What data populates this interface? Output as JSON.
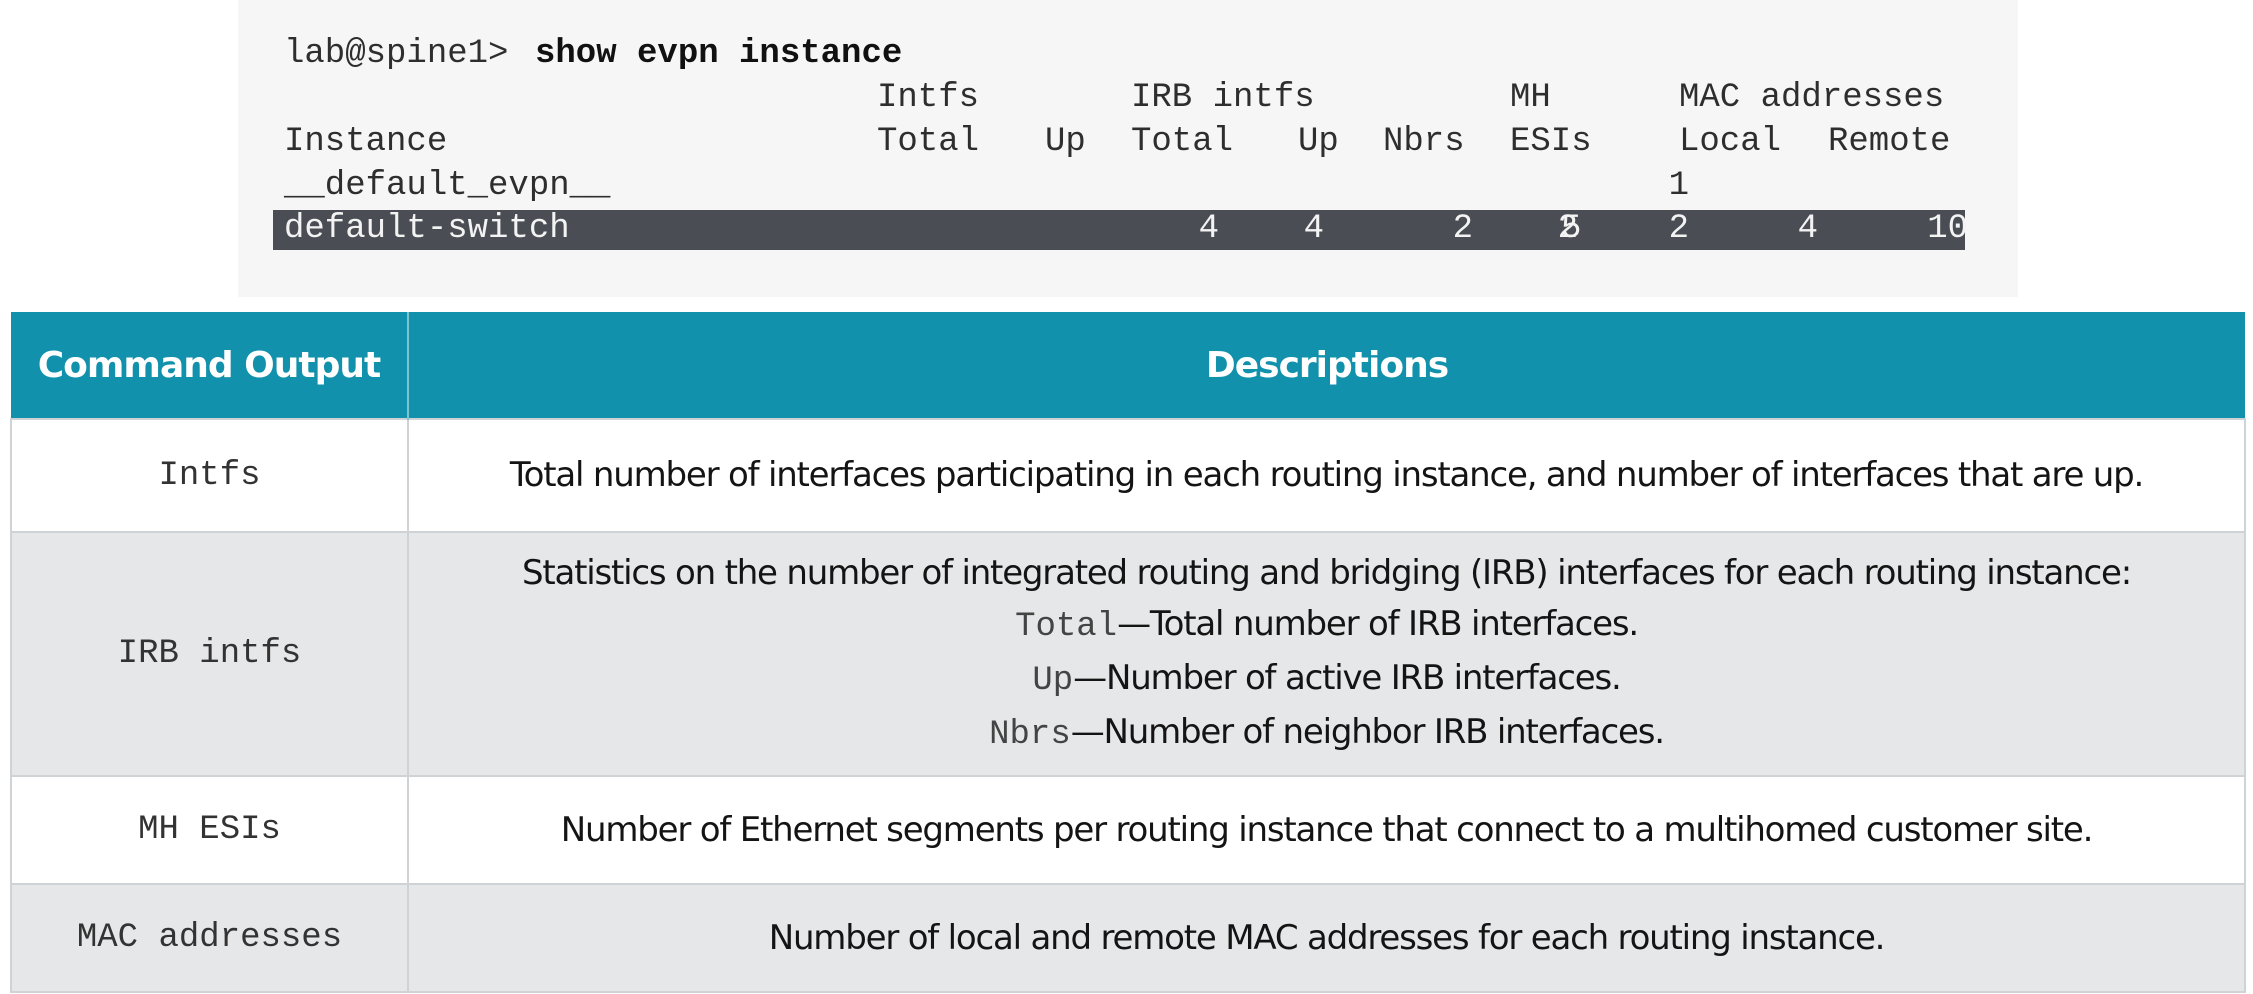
{
  "terminal": {
    "prompt": "lab@spine1> ",
    "command": "show evpn instance",
    "header1": {
      "intfs": "Intfs",
      "irb_intfs": "IRB intfs",
      "mh": "MH",
      "mac_addresses": "MAC addresses"
    },
    "header2": {
      "instance": "Instance",
      "intfs_total": "Total",
      "intfs_up": "Up",
      "irb_total": "Total",
      "irb_up": "Up",
      "nbrs": "Nbrs",
      "esis": "ESIs",
      "local": "Local",
      "remote": "Remote"
    },
    "rows": [
      {
        "instance": "__default_evpn__",
        "intfs_total": "",
        "intfs_up": "",
        "irb_total": "",
        "irb_up": "",
        "nbrs": "1",
        "esis": "",
        "local": "",
        "remote": ""
      },
      {
        "instance": "default-switch",
        "intfs_total": "4",
        "intfs_up": "4",
        "irb_total": "2",
        "irb_up": "2",
        "nbrs": "2",
        "esis": "5",
        "local": "4",
        "remote": "10"
      }
    ],
    "highlight_color": "#4a4e54"
  },
  "table": {
    "header_color": "#1191ab",
    "columns": [
      "Command Output",
      "Descriptions"
    ],
    "rows": [
      {
        "command": "Intfs",
        "description": "Total number of interfaces participating in each routing instance, and number of interfaces that are up."
      },
      {
        "command": "IRB intfs",
        "description": "Statistics on the number of integrated routing and bridging (IRB) interfaces for each routing instance:",
        "items": [
          {
            "term": "Total",
            "text": "—Total number of IRB interfaces."
          },
          {
            "term": "Up",
            "text": "—Number of active IRB interfaces."
          },
          {
            "term": "Nbrs",
            "text": "—Number of neighbor IRB interfaces."
          }
        ]
      },
      {
        "command": "MH ESIs",
        "description": "Number of Ethernet segments per routing instance that connect to a multihomed customer site."
      },
      {
        "command": "MAC addresses",
        "description": "Number of local and remote MAC addresses for each routing instance."
      }
    ]
  }
}
